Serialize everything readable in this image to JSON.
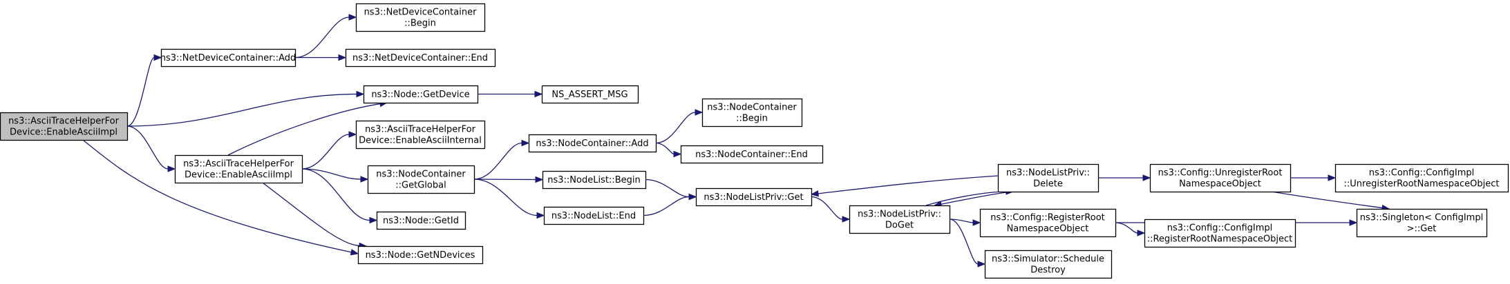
{
  "graph": {
    "nodes": [
      {
        "id": "root",
        "lines": [
          "ns3::AsciiTraceHelperFor",
          "Device::EnableAsciiImpl"
        ],
        "root": true
      },
      {
        "id": "ndc_add",
        "lines": [
          "ns3::NetDeviceContainer::Add"
        ]
      },
      {
        "id": "ndc_begin",
        "lines": [
          "ns3::NetDeviceContainer",
          "::Begin"
        ]
      },
      {
        "id": "ndc_end",
        "lines": [
          "ns3::NetDeviceContainer::End"
        ]
      },
      {
        "id": "node_getdevice",
        "lines": [
          "ns3::Node::GetDevice"
        ]
      },
      {
        "id": "ns_assert",
        "lines": [
          "NS_ASSERT_MSG"
        ]
      },
      {
        "id": "enable_ascii_impl",
        "lines": [
          "ns3::AsciiTraceHelperFor",
          "Device::EnableAsciiImpl"
        ]
      },
      {
        "id": "enable_ascii_internal",
        "lines": [
          "ns3::AsciiTraceHelperFor",
          "Device::EnableAsciiInternal"
        ]
      },
      {
        "id": "nc_getglobal",
        "lines": [
          "ns3::NodeContainer",
          "::GetGlobal"
        ]
      },
      {
        "id": "node_getid",
        "lines": [
          "ns3::Node::GetId"
        ]
      },
      {
        "id": "node_getndevices",
        "lines": [
          "ns3::Node::GetNDevices"
        ]
      },
      {
        "id": "nc_add",
        "lines": [
          "ns3::NodeContainer::Add"
        ]
      },
      {
        "id": "nc_begin",
        "lines": [
          "ns3::NodeContainer",
          "::Begin"
        ]
      },
      {
        "id": "nc_end",
        "lines": [
          "ns3::NodeContainer::End"
        ]
      },
      {
        "id": "nl_begin",
        "lines": [
          "ns3::NodeList::Begin"
        ]
      },
      {
        "id": "nl_end",
        "lines": [
          "ns3::NodeList::End"
        ]
      },
      {
        "id": "nlp_get",
        "lines": [
          "ns3::NodeListPriv::Get"
        ]
      },
      {
        "id": "nlp_doget",
        "lines": [
          "ns3::NodeListPriv::",
          "DoGet"
        ]
      },
      {
        "id": "nlp_delete",
        "lines": [
          "ns3::NodeListPriv::",
          "Delete"
        ]
      },
      {
        "id": "cfg_register",
        "lines": [
          "ns3::Config::RegisterRoot",
          "NamespaceObject"
        ]
      },
      {
        "id": "sim_schedule",
        "lines": [
          "ns3::Simulator::Schedule",
          "Destroy"
        ]
      },
      {
        "id": "cfg_unregister",
        "lines": [
          "ns3::Config::UnregisterRoot",
          "NamespaceObject"
        ]
      },
      {
        "id": "cfgimpl_register",
        "lines": [
          "ns3::Config::ConfigImpl",
          "::RegisterRootNamespaceObject"
        ]
      },
      {
        "id": "cfgimpl_unregister",
        "lines": [
          "ns3::Config::ConfigImpl",
          "::UnregisterRootNamespaceObject"
        ]
      },
      {
        "id": "singleton_get",
        "lines": [
          "ns3::Singleton< ConfigImpl",
          ">::Get"
        ]
      }
    ],
    "edges": [
      [
        "root",
        "ndc_add"
      ],
      [
        "root",
        "node_getdevice"
      ],
      [
        "root",
        "enable_ascii_impl"
      ],
      [
        "root",
        "node_getndevices"
      ],
      [
        "ndc_add",
        "ndc_begin"
      ],
      [
        "ndc_add",
        "ndc_end"
      ],
      [
        "node_getdevice",
        "ns_assert"
      ],
      [
        "enable_ascii_impl",
        "node_getdevice"
      ],
      [
        "enable_ascii_impl",
        "enable_ascii_internal"
      ],
      [
        "enable_ascii_impl",
        "nc_getglobal"
      ],
      [
        "enable_ascii_impl",
        "node_getid"
      ],
      [
        "enable_ascii_impl",
        "node_getndevices"
      ],
      [
        "nc_getglobal",
        "nc_add"
      ],
      [
        "nc_getglobal",
        "nl_begin"
      ],
      [
        "nc_getglobal",
        "nl_end"
      ],
      [
        "nc_add",
        "nc_begin"
      ],
      [
        "nc_add",
        "nc_end"
      ],
      [
        "nl_begin",
        "nlp_get"
      ],
      [
        "nl_end",
        "nlp_get"
      ],
      [
        "nlp_get",
        "nlp_doget"
      ],
      [
        "nlp_doget",
        "nlp_delete"
      ],
      [
        "nlp_doget",
        "cfg_register"
      ],
      [
        "nlp_doget",
        "sim_schedule"
      ],
      [
        "nlp_delete",
        "nlp_get"
      ],
      [
        "nlp_delete",
        "nlp_doget"
      ],
      [
        "nlp_delete",
        "cfg_unregister"
      ],
      [
        "cfg_register",
        "cfgimpl_register"
      ],
      [
        "cfg_register",
        "singleton_get"
      ],
      [
        "cfg_unregister",
        "cfgimpl_unregister"
      ],
      [
        "cfg_unregister",
        "singleton_get"
      ]
    ]
  }
}
